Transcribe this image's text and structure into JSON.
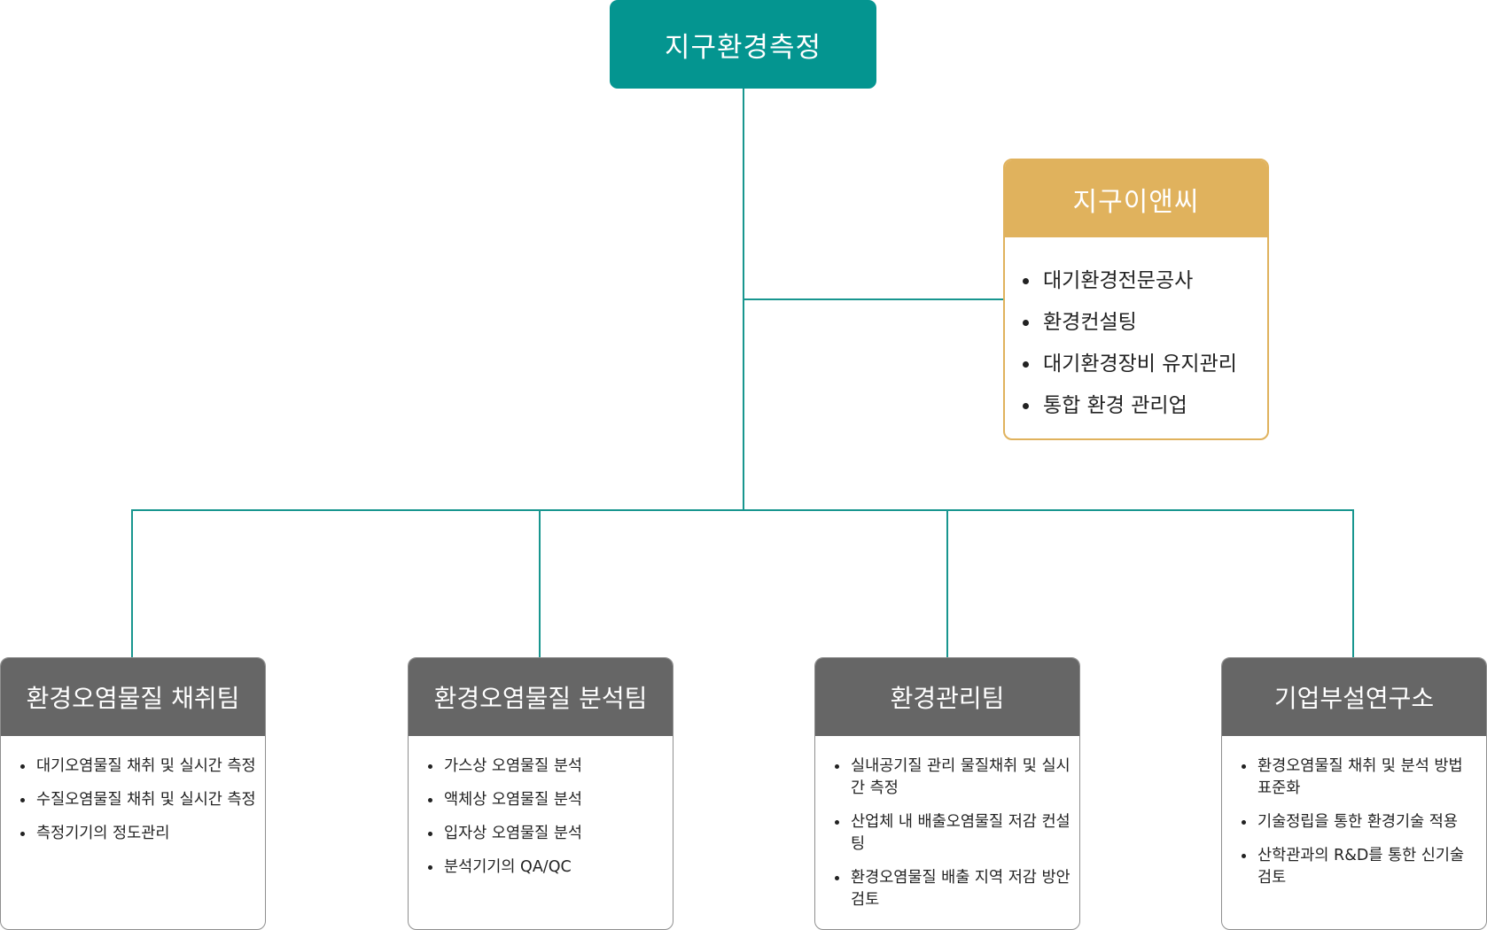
{
  "top": {
    "title": "지구환경측정"
  },
  "affiliate": {
    "title": "지구이앤씨",
    "items": [
      "대기환경전문공사",
      "환경컨설팅",
      "대기환경장비 유지관리",
      "통합 환경 관리업"
    ]
  },
  "teams": [
    {
      "title": "환경오염물질 채취팀",
      "items": [
        "대기오염물질 채취 및 실시간 측정",
        "수질오염물질 채취 및 실시간 측정",
        "측정기기의 정도관리"
      ]
    },
    {
      "title": "환경오염물질 분석팀",
      "items": [
        "가스상 오염물질 분석",
        "액체상 오염물질 분석",
        "입자상 오염물질 분석",
        "분석기기의 QA/QC"
      ]
    },
    {
      "title": "환경관리팀",
      "items": [
        "실내공기질 관리 물질채취 및 실시간 측정",
        "산업체 내 배출오염물질 저감 컨설팅",
        "환경오염물질 배출 지역 저감 방안 검토"
      ]
    },
    {
      "title": "기업부설연구소",
      "items": [
        "환경오염물질 채취 및 분석 방법 표준화",
        "기술정립을 통한 환경기술 적용",
        "산학관과의 R&D를 통한 신기술 검토"
      ]
    }
  ],
  "colors": {
    "top": "#049590",
    "affiliate": "#e0b25d",
    "team_header": "#666666",
    "connector": "#18968f"
  }
}
